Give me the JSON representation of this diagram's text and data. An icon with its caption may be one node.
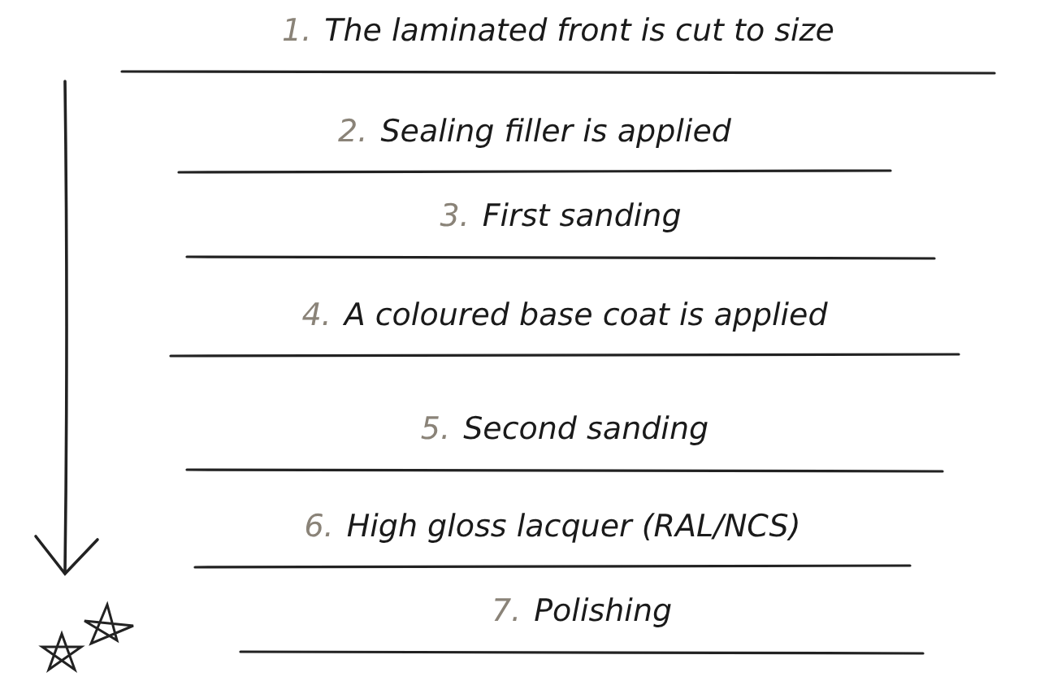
{
  "diagram": {
    "labels": [
      "1.",
      "The laminated front is cut to size",
      "2.",
      "Sealing filler is applied",
      "3.",
      "First sanding",
      "4.",
      "A coloured base coat is applied",
      "5.",
      "Second sanding",
      "6.",
      "High gloss lacquer (RAL/NCS)",
      "7.",
      "Polishing"
    ]
  }
}
